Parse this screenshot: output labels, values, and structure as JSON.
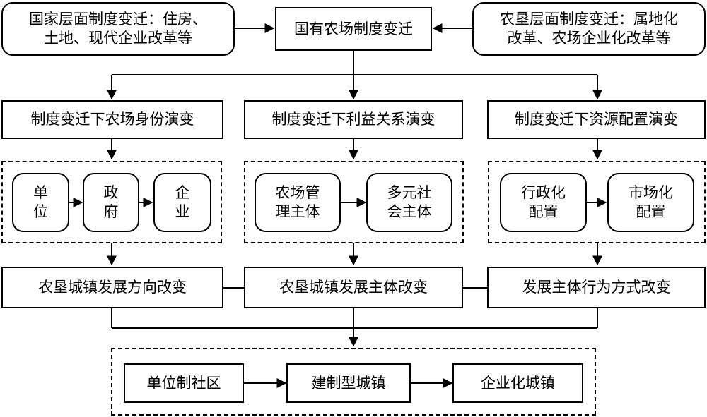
{
  "top": {
    "national_change": "国家层面制度变迁：住房、\n土地、现代企业改革等",
    "state_farm_change": "国有农场制度变迁",
    "reclamation_change": "农垦层面制度变迁：属地化\n改革、农场企业化改革等"
  },
  "tier2": {
    "identity": "制度变迁下农场身份演变",
    "interests": "制度变迁下利益关系演变",
    "resources": "制度变迁下资源配置演变"
  },
  "identity_steps": [
    "单\n位",
    "政\n府",
    "企\n业"
  ],
  "interest_steps": [
    "农场管\n理主体",
    "多元社\n会主体"
  ],
  "resource_steps": [
    "行政化\n配置",
    "市场化\n配置"
  ],
  "tier4": {
    "direction": "农垦城镇发展方向改变",
    "subject": "农垦城镇发展主体改变",
    "behavior": "发展主体行为方式改变"
  },
  "bottom_steps": [
    "单位制社区",
    "建制型城镇",
    "企业化城镇"
  ]
}
